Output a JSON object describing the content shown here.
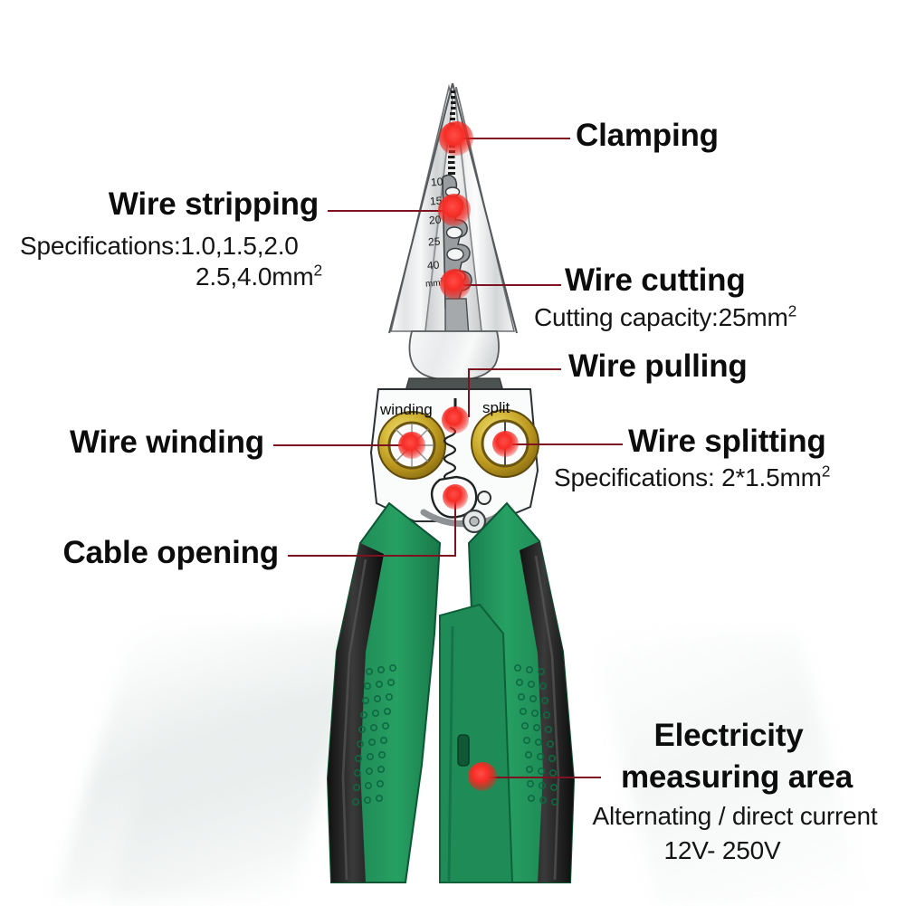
{
  "page": {
    "title": "Multifunction Wire Stripper Pliers — feature callouts",
    "background_color": "#ffffff",
    "accent_color": "#f6291f",
    "leader_line_color": "#7d1220",
    "handle_green": "#1f8c57",
    "handle_black": "#232323",
    "ring_gold": "#d4b838",
    "metal_gray": "#d8dadb"
  },
  "callouts": [
    {
      "id": "clamping",
      "title": "Clamping",
      "sub": "",
      "sub2": ""
    },
    {
      "id": "wire-stripping",
      "title": "Wire stripping",
      "sub": "Specifications:1.0,1.5,2.0",
      "sub2": "2.5,4.0mm²"
    },
    {
      "id": "wire-cutting",
      "title": "Wire cutting",
      "sub": "Cutting capacity:25mm²",
      "sub2": ""
    },
    {
      "id": "wire-pulling",
      "title": "Wire pulling",
      "sub": "",
      "sub2": ""
    },
    {
      "id": "wire-winding",
      "title": "Wire winding",
      "sub": "",
      "sub2": ""
    },
    {
      "id": "wire-splitting",
      "title": "Wire splitting",
      "sub": "Specifications: 2*1.5mm²",
      "sub2": ""
    },
    {
      "id": "cable-opening",
      "title": "Cable opening",
      "sub": "",
      "sub2": ""
    },
    {
      "id": "electricity-measuring",
      "title_line1": "Electricity",
      "title_line2": "measuring area",
      "sub": "Alternating / direct current",
      "sub2": "12V- 250V"
    }
  ],
  "tool": {
    "gauge_marks": [
      "10",
      "15",
      "20",
      "25",
      "40"
    ],
    "gauge_unit": "mm²",
    "head_labels": {
      "left": "winding",
      "right": "split"
    }
  }
}
